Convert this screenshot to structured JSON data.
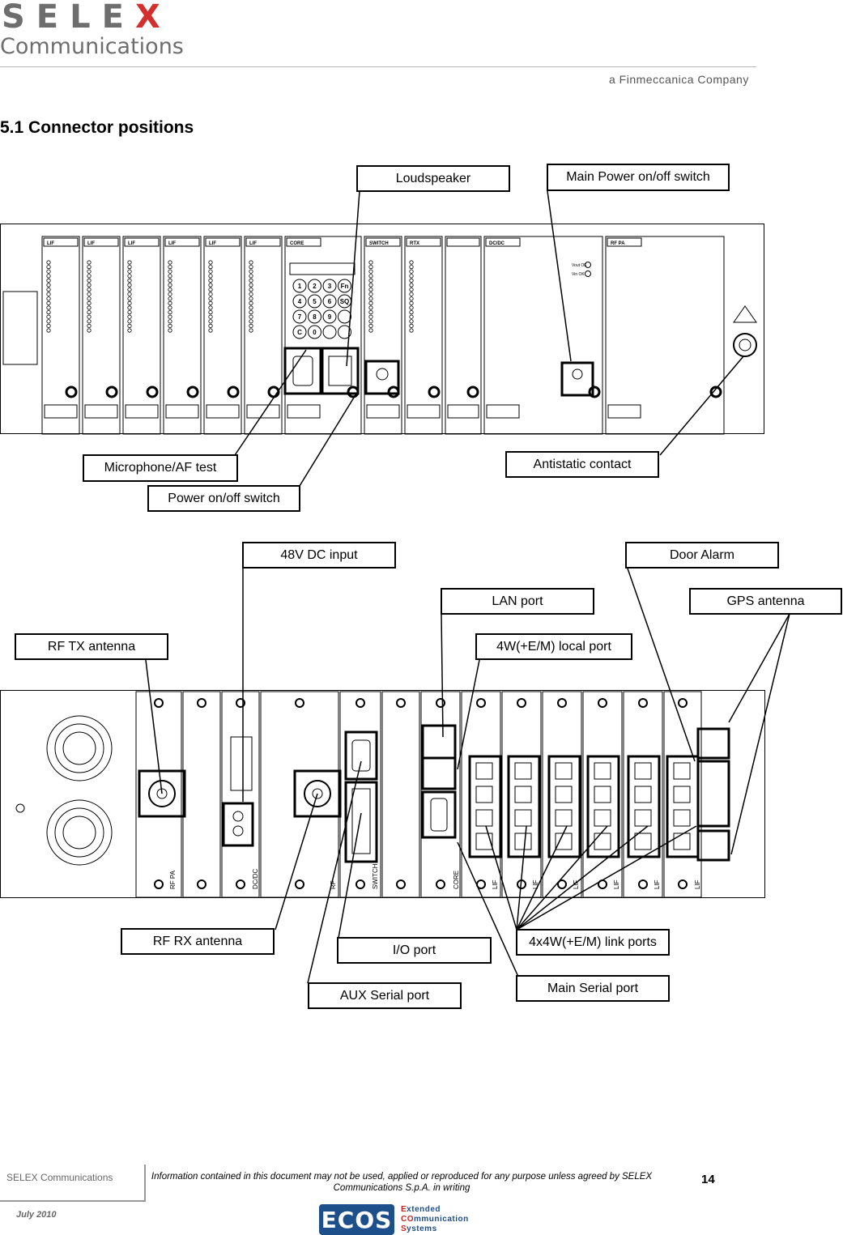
{
  "header": {
    "logo_word": "SELE",
    "logo_x": "X",
    "logo_sub": "Communications",
    "tagline": "a Finmeccanica Company"
  },
  "section_title": "5.1 Connector positions",
  "front_labels": {
    "loudspeaker": "Loudspeaker",
    "main_power": "Main Power on/off switch",
    "microphone": "Microphone/AF test",
    "antistatic": "Antistatic contact",
    "power_switch": "Power on/off switch"
  },
  "rear_labels": {
    "dc_input": "48V DC input",
    "door_alarm": "Door Alarm",
    "lan_port": "LAN port",
    "gps_antenna": "GPS antenna",
    "rf_tx": "RF TX antenna",
    "local_port": "4W(+E/M) local port",
    "rf_rx": "RF RX antenna",
    "io_port": "I/O port",
    "link_ports": "4x4W(+E/M) link ports",
    "aux_serial": "AUX Serial port",
    "main_serial": "Main Serial port"
  },
  "front_panel": {
    "modules": [
      "LIF",
      "LIF",
      "LIF",
      "LIF",
      "LIF",
      "LIF",
      "CORE",
      "SWITCH",
      "RTX",
      "",
      "DC/DC",
      "RF PA"
    ],
    "keypad": [
      "1",
      "2",
      "3",
      "Fn",
      "4",
      "5",
      "6",
      "SQ",
      "7",
      "8",
      "9",
      "",
      "C",
      "0",
      "",
      ""
    ],
    "dcdc_leds": [
      "Vout OK",
      "Vin OK"
    ]
  },
  "rear_panel": {
    "module_labels": [
      "RF PA",
      "DC/DC",
      "RF",
      "SWITCH",
      "CORE",
      "LIF",
      "LIF",
      "LIF",
      "LIF",
      "LIF",
      "LIF"
    ]
  },
  "footer": {
    "company": "SELEX Communications",
    "notice": "Information contained in this document may not be used, applied or reproduced for any purpose unless agreed by SELEX Communications S.p.A. in writing",
    "page": "14",
    "date": "July 2010",
    "ecos_logo": "ECOS",
    "ecos_line1_a": "E",
    "ecos_line1_b": "xtended",
    "ecos_line2_a": "CO",
    "ecos_line2_b": "mmunication",
    "ecos_line3_a": "S",
    "ecos_line3_b": "ystems"
  }
}
